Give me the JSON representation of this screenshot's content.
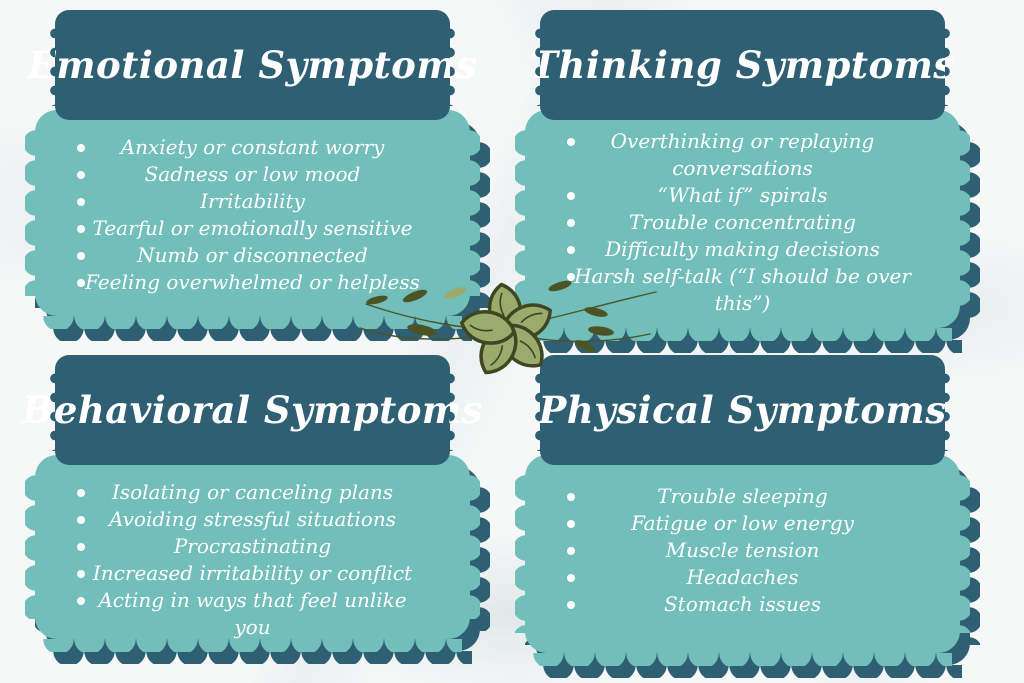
{
  "title": "Stress symptoms infographic",
  "panels": [
    {
      "id": "emotional",
      "title": "Emotional Symptoms",
      "items": [
        "Anxiety or constant worry",
        "Sadness or low mood",
        "Irritability",
        "Tearful or emotionally sensitive",
        "Numb or disconnected",
        "Feeling overwhelmed or helpless"
      ]
    },
    {
      "id": "thinking",
      "title": "Thinking Symptoms",
      "items": [
        "Overthinking or replaying conversations",
        "“What if” spirals",
        "Trouble concentrating",
        "Difficulty making decisions",
        "Harsh self-talk (“I should be over this”)"
      ]
    },
    {
      "id": "behavioral",
      "title": "Behavioral Symptoms",
      "items": [
        "Isolating or canceling plans",
        "Avoiding stressful situations",
        "Procrastinating",
        "Increased irritability or conflict",
        "Acting in ways that feel unlike you"
      ]
    },
    {
      "id": "physical",
      "title": "Physical Symptoms",
      "items": [
        "Trouble sleeping",
        "Fatigue or low energy",
        "Muscle tension",
        "Headaches",
        "Stomach issues"
      ]
    }
  ],
  "colors": {
    "header_teal": "#2e5f72",
    "panel_teal": "#72bebb",
    "text": "#ffffff",
    "flower_fill": "#9aab6d",
    "flower_stroke": "#3f4722",
    "leaf_dark": "#4c5426",
    "background": "#f6f8f8"
  },
  "icons": {
    "bullet": "dot-icon",
    "center_decoration": "five-petal-flower-icon"
  }
}
